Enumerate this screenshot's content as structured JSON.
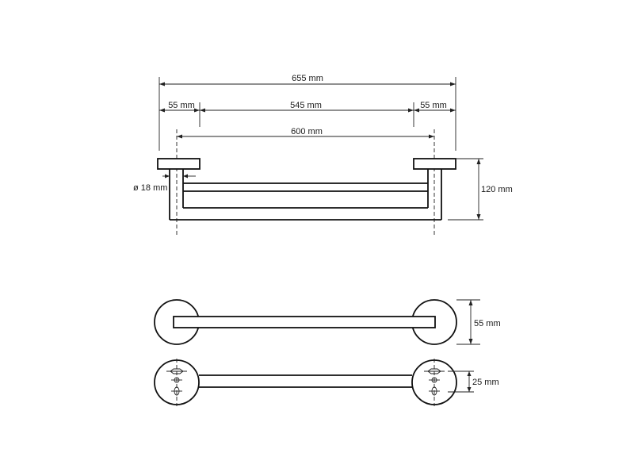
{
  "dimensions": {
    "overall_width": "655 mm",
    "left_margin": "55 mm",
    "inner_span": "545 mm",
    "right_margin": "55 mm",
    "center_span": "600 mm",
    "tube_diameter": "ø 18 mm",
    "height": "120 mm",
    "rosette_diameter": "55 mm",
    "mount_hole_spacing": "25 mm"
  }
}
